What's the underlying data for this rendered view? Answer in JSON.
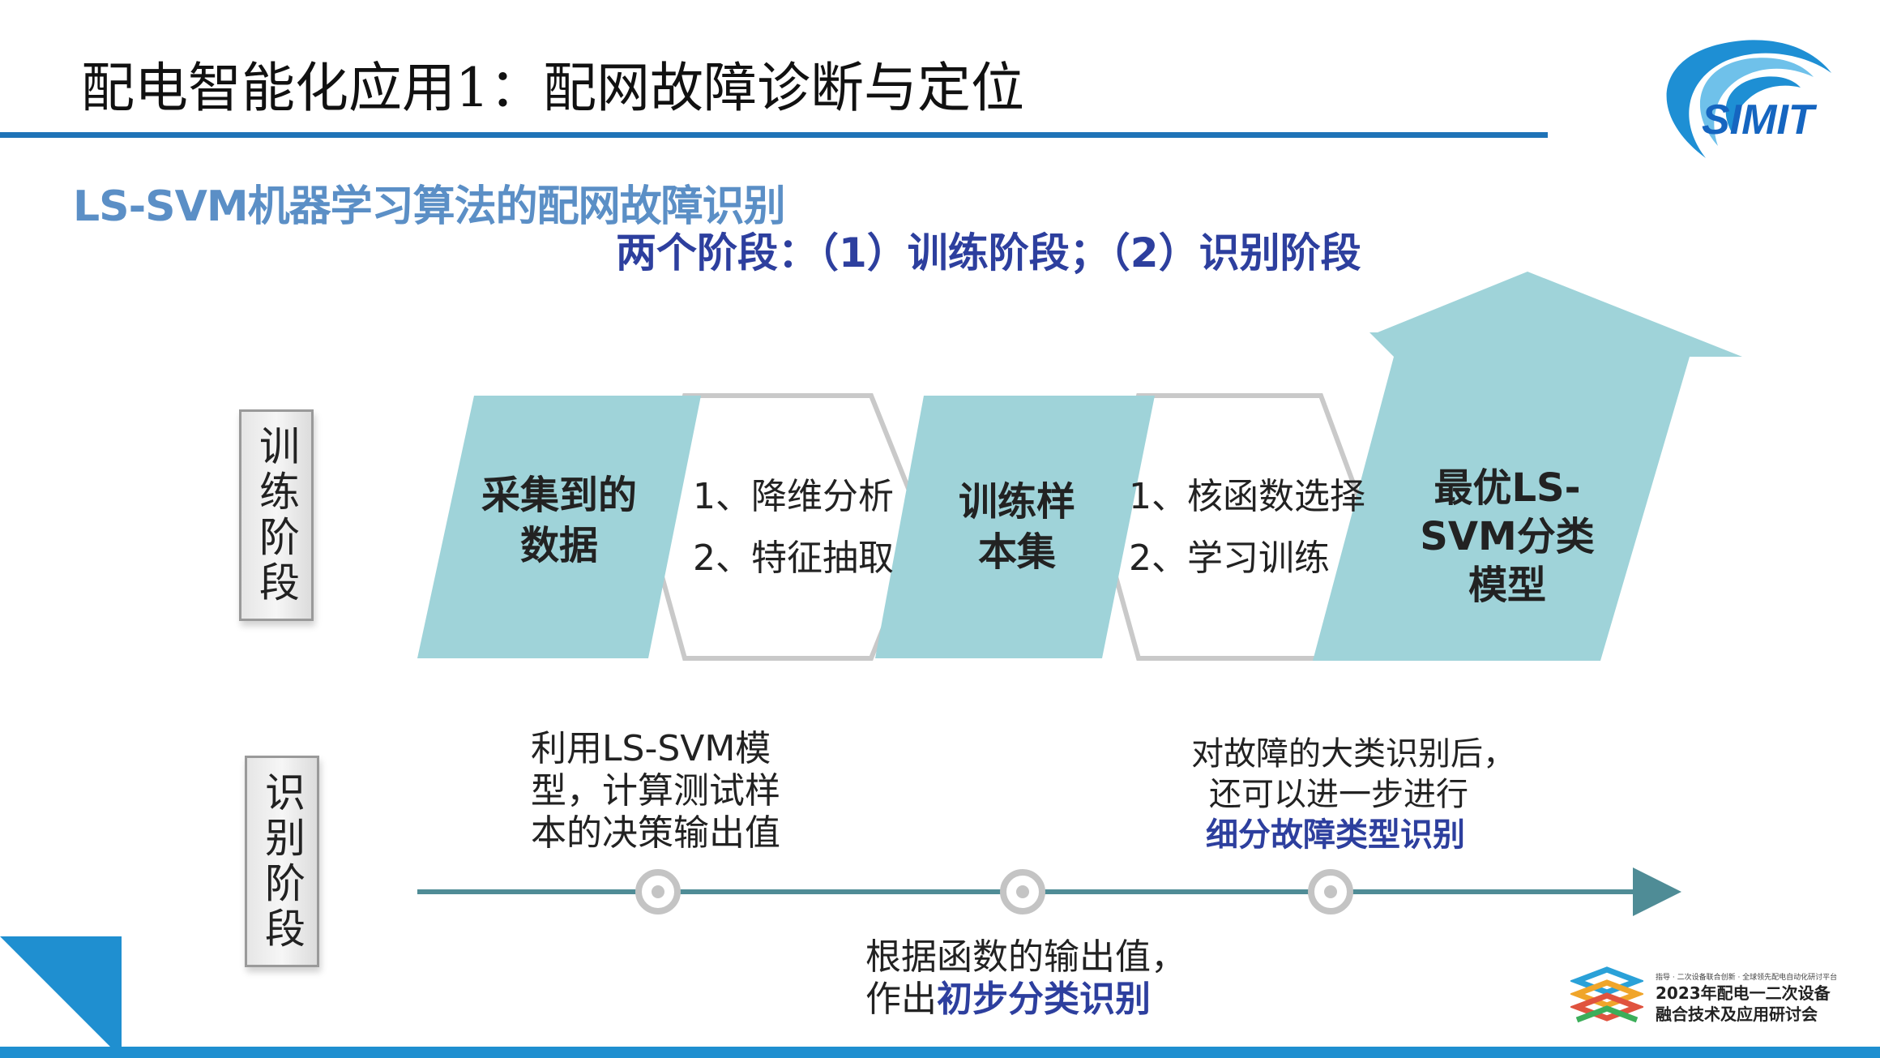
{
  "header": {
    "title": "配电智能化应用1：配网故障诊断与定位",
    "logo_text": "SIMIT"
  },
  "subtitle": "LS-SVM机器学习算法的配网故障识别",
  "stages_line": "两个阶段：（1）训练阶段；（2）识别阶段",
  "training": {
    "stage_label": "训练阶段",
    "step1": [
      "采集到的",
      "数据"
    ],
    "ops1": [
      "1、降维分析",
      "2、特征抽取"
    ],
    "step2": [
      "训练样",
      "本集"
    ],
    "ops2": [
      "1、核函数选择",
      "2、学习训练"
    ],
    "result": [
      "最优LS-",
      "SVM分类",
      "模型"
    ]
  },
  "recognition": {
    "stage_label": "识别阶段",
    "note1": [
      "利用LS-SVM模",
      "型，计算测试样",
      "本的决策输出值"
    ],
    "note2": {
      "line1": "根据函数的输出值，",
      "prefix": "作出",
      "emph": "初步分类识别"
    },
    "note3": {
      "line1": "对故障的大类识别后，",
      "line2": "还可以进一步进行",
      "emph": "细分故障类型识别"
    }
  },
  "event_logo": {
    "tiny": "指导 · 二次设备联合创新 · 全球领先配电自动化研讨平台",
    "line1": "2023年配电一二次设备",
    "line2": "融合技术及应用研讨会"
  },
  "colors": {
    "accent_blue": "#1f73b7",
    "teal": "#9fd3d9",
    "dark_blue_text": "#2d3f9e",
    "subtitle_blue": "#5b8fc6"
  }
}
